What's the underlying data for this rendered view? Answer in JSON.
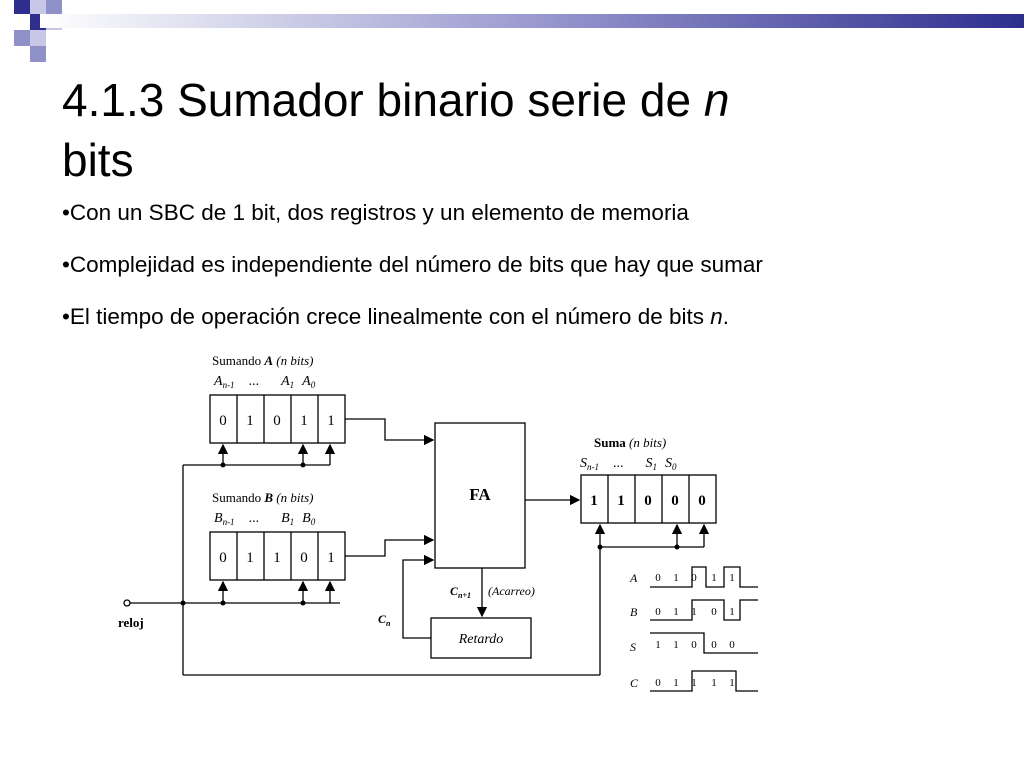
{
  "slide": {
    "title_main": "4.1.3 Sumador binario serie de ",
    "title_italic": "n",
    "title_end": "bits",
    "bullets": [
      {
        "text": "•Con un SBC de 1 bit, dos registros y un elemento de memoria"
      },
      {
        "text": "•Complejidad es independiente del número de bits que hay que sumar"
      },
      {
        "text": "•El tiempo de operación crece linealmente con el número de bits ",
        "italic": "n",
        "end": "."
      }
    ]
  },
  "diagram": {
    "reg_a": {
      "label": "Sumando",
      "letter": "A",
      "bits_note": "(n bits)",
      "index_msb": "A",
      "index_msb_sub": "n-1",
      "dots": "...",
      "index_1": "A",
      "index_1_sub": "1",
      "index_0": "A",
      "index_0_sub": "0",
      "cells": [
        "0",
        "1",
        "0",
        "1",
        "1"
      ]
    },
    "reg_b": {
      "label": "Sumando",
      "letter": "B",
      "bits_note": "(n bits)",
      "index_msb": "B",
      "index_msb_sub": "n-1",
      "dots": "...",
      "index_1": "B",
      "index_1_sub": "1",
      "index_0": "B",
      "index_0_sub": "0",
      "cells": [
        "0",
        "1",
        "1",
        "0",
        "1"
      ]
    },
    "reg_s": {
      "label": "Suma",
      "bits_note": "(n bits)",
      "index_msb": "S",
      "index_msb_sub": "n-1",
      "dots": "...",
      "index_1": "S",
      "index_1_sub": "1",
      "index_0": "S",
      "index_0_sub": "0",
      "cells": [
        "1",
        "1",
        "0",
        "0",
        "0"
      ]
    },
    "fa_label": "FA",
    "carry_out": "C",
    "carry_out_sub": "n+1",
    "carry_note": "(Acarreo)",
    "carry_in": "C",
    "carry_in_sub": "n",
    "delay_label": "Retardo",
    "clock_label": "reloj",
    "timing": [
      {
        "name": "A",
        "values": [
          "0",
          "1",
          "0",
          "1",
          "1"
        ]
      },
      {
        "name": "B",
        "values": [
          "0",
          "1",
          "1",
          "0",
          "1"
        ]
      },
      {
        "name": "S",
        "values": [
          "1",
          "1",
          "0",
          "0",
          "0"
        ]
      },
      {
        "name": "C",
        "values": [
          "0",
          "1",
          "1",
          "1",
          "1"
        ]
      }
    ]
  }
}
